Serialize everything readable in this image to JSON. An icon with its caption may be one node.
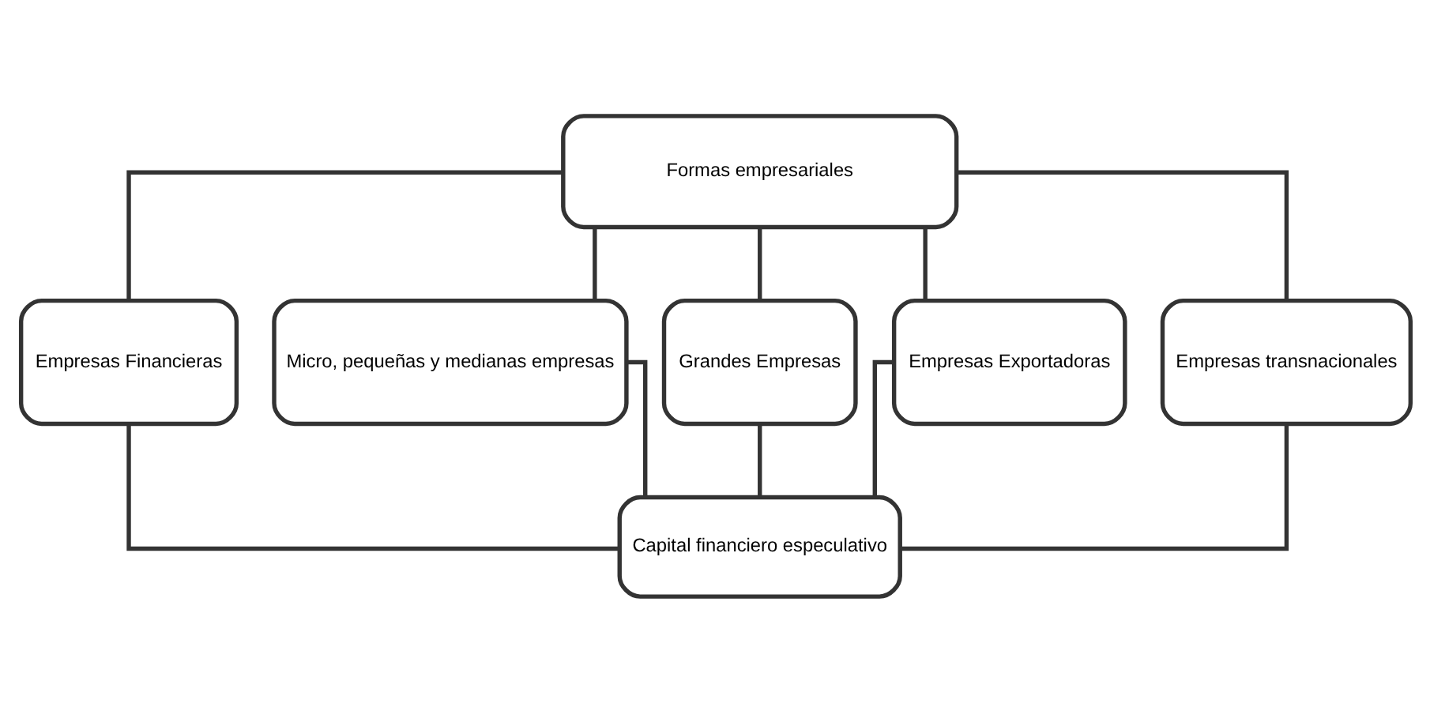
{
  "diagram": {
    "nodes": [
      {
        "text": [
          "Formas empresariales"
        ]
      },
      {
        "text": [
          "Empresas Financieras"
        ]
      },
      {
        "text": [
          "Micro, pequeñas y medianas empresas"
        ]
      },
      {
        "text": [
          "Grandes Empresas"
        ]
      },
      {
        "text": [
          "Empresas Exportadoras"
        ]
      },
      {
        "text": [
          "Empresas transnacionales"
        ]
      },
      {
        "text": [
          "Capital financiero especulativo"
        ]
      }
    ],
    "edges": [
      {
        "from": 0,
        "to": 1,
        "arrow": "none"
      },
      {
        "from": 0,
        "to": 2,
        "arrow": "none"
      },
      {
        "from": 0,
        "to": 3,
        "arrow": "none"
      },
      {
        "from": 0,
        "to": 4,
        "arrow": "none"
      },
      {
        "from": 0,
        "to": 5,
        "arrow": "none"
      },
      {
        "from": 1,
        "to": 6,
        "arrow": "none"
      },
      {
        "from": 2,
        "to": 6,
        "arrow": "none"
      },
      {
        "from": 3,
        "to": 6,
        "arrow": "none"
      },
      {
        "from": 4,
        "to": 6,
        "arrow": "none"
      },
      {
        "from": 5,
        "to": 6,
        "arrow": "none"
      }
    ]
  }
}
